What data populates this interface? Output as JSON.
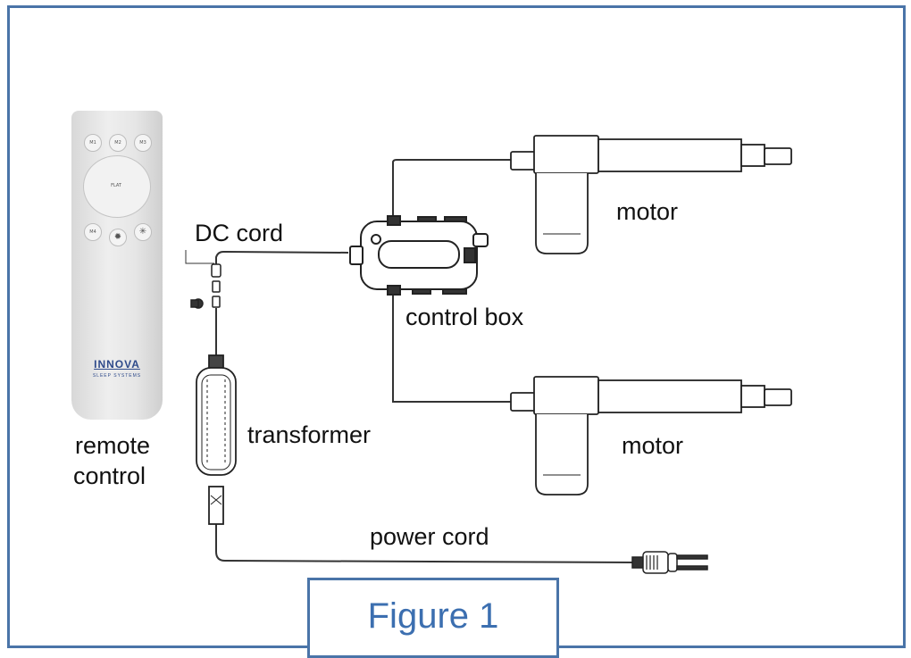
{
  "labels": {
    "dc_cord": "DC cord",
    "motor_top": "motor",
    "control_box": "control box",
    "motor_bottom": "motor",
    "remote_line1": "remote",
    "remote_line2": "control",
    "transformer": "transformer",
    "power_cord": "power cord",
    "figure": "Figure 1"
  },
  "remote": {
    "buttons": [
      "M1",
      "M2",
      "M3",
      "FLAT",
      "M4"
    ],
    "brand": "INNOVA",
    "brand_sub": "SLEEP SYSTEMS"
  },
  "colors": {
    "frame": "#4a74a8",
    "figure_text": "#3c6fb0",
    "line": "#333333"
  }
}
